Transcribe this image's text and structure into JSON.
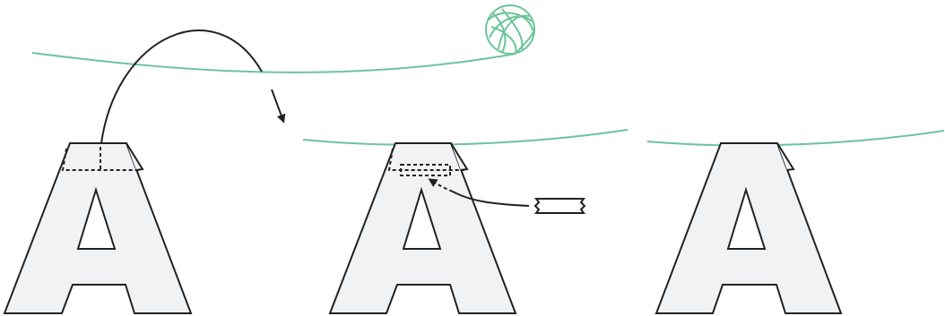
{
  "diagram": {
    "steps": [
      {
        "letter": "A",
        "yarn_strand": true,
        "yarn_ball": true,
        "fold_outline": true,
        "tape": false
      },
      {
        "letter": "A",
        "yarn_strand": true,
        "yarn_ball": false,
        "fold_outline": true,
        "tape": true
      },
      {
        "letter": "A",
        "yarn_strand": true,
        "yarn_ball": false,
        "fold_outline": false,
        "tape": false
      }
    ],
    "arrows": [
      "throw-arrow",
      "tape-arrow"
    ]
  },
  "colors": {
    "yarn": "#6cc49a",
    "outline": "#222222",
    "letter_fill": "#f1f2f3",
    "background": "#ffffff"
  }
}
